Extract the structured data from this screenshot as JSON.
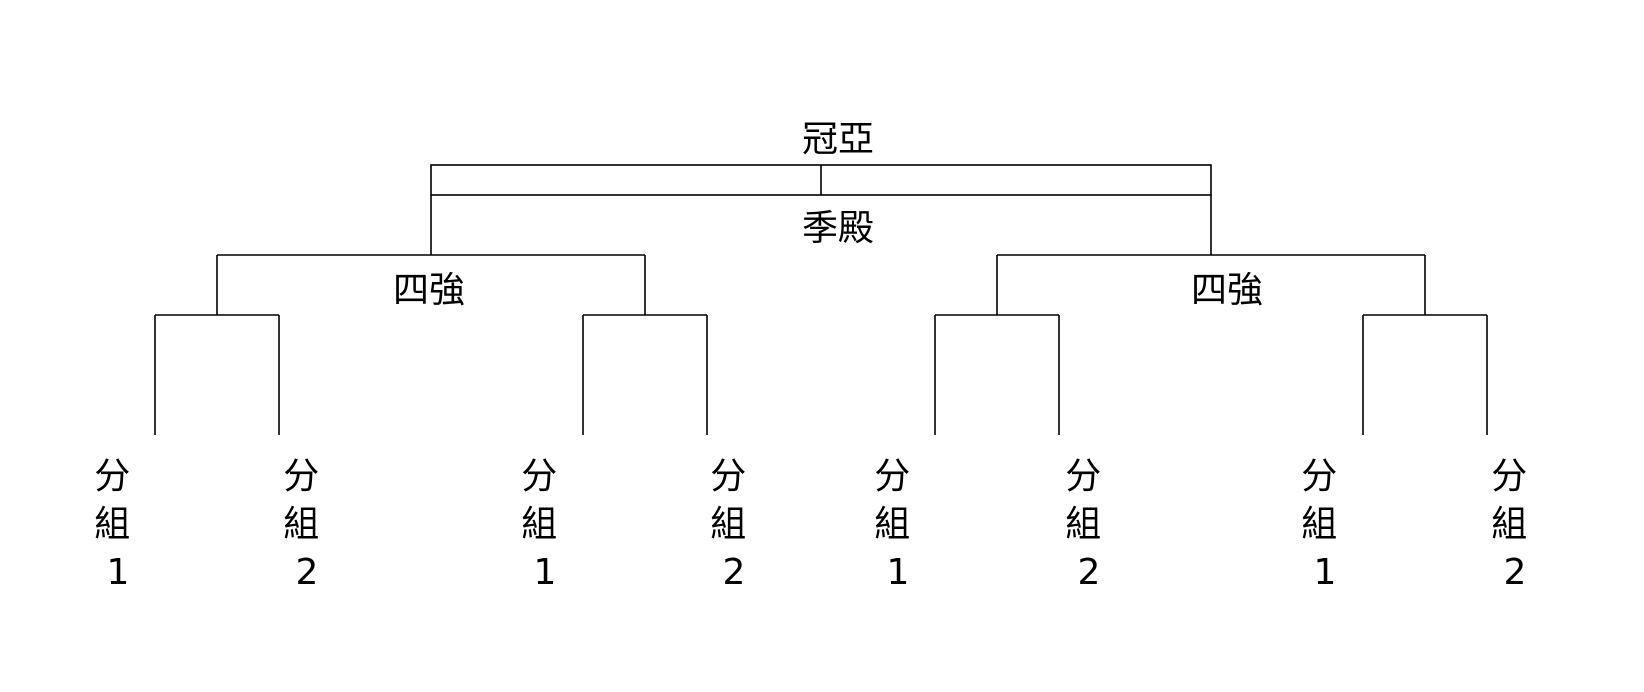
{
  "bracket": {
    "final_label": "冠亞",
    "third_place_label": "季殿",
    "semifinal_left_label": "四強",
    "semifinal_right_label": "四強",
    "groups": [
      {
        "line1": "分",
        "line2": "組",
        "line3": "1"
      },
      {
        "line1": "分",
        "line2": "組",
        "line3": "2"
      },
      {
        "line1": "分",
        "line2": "組",
        "line3": "1"
      },
      {
        "line1": "分",
        "line2": "組",
        "line3": "2"
      },
      {
        "line1": "分",
        "line2": "組",
        "line3": "1"
      },
      {
        "line1": "分",
        "line2": "組",
        "line3": "2"
      },
      {
        "line1": "分",
        "line2": "組",
        "line3": "1"
      },
      {
        "line1": "分",
        "line2": "組",
        "line3": "2"
      }
    ]
  }
}
